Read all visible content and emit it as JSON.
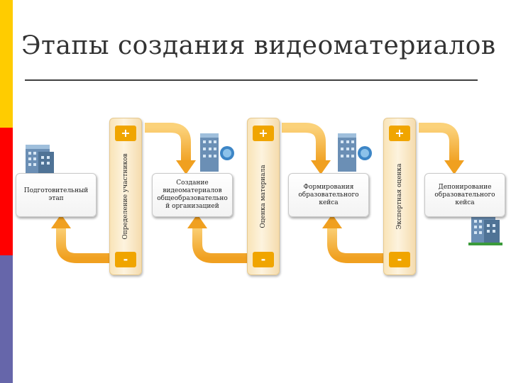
{
  "slide": {
    "title": "Этапы создания видеоматериалов"
  },
  "diagram": {
    "stages": [
      {
        "label": "Подготовительный этап"
      },
      {
        "label": "Создание видеоматериалов общеобразовательно й организацией"
      },
      {
        "label": "Формирования образовательного кейса"
      },
      {
        "label": "Депонирование образовательного кейса"
      }
    ],
    "gates": [
      {
        "label": "Определение участников",
        "plus": "+",
        "minus": "-"
      },
      {
        "label": "Оценка материала",
        "plus": "+",
        "minus": "-"
      },
      {
        "label": "Экспертная оценка",
        "plus": "+",
        "minus": "-"
      }
    ],
    "icons": [
      "building-icon",
      "building-icon",
      "building-icon",
      "building-icon"
    ],
    "colors": {
      "arrow": "#f5a623",
      "arrow_light": "#fbd27a",
      "bar_yellow": "#ffcc00",
      "bar_red": "#ff0000",
      "bar_purple": "#6666aa"
    }
  }
}
